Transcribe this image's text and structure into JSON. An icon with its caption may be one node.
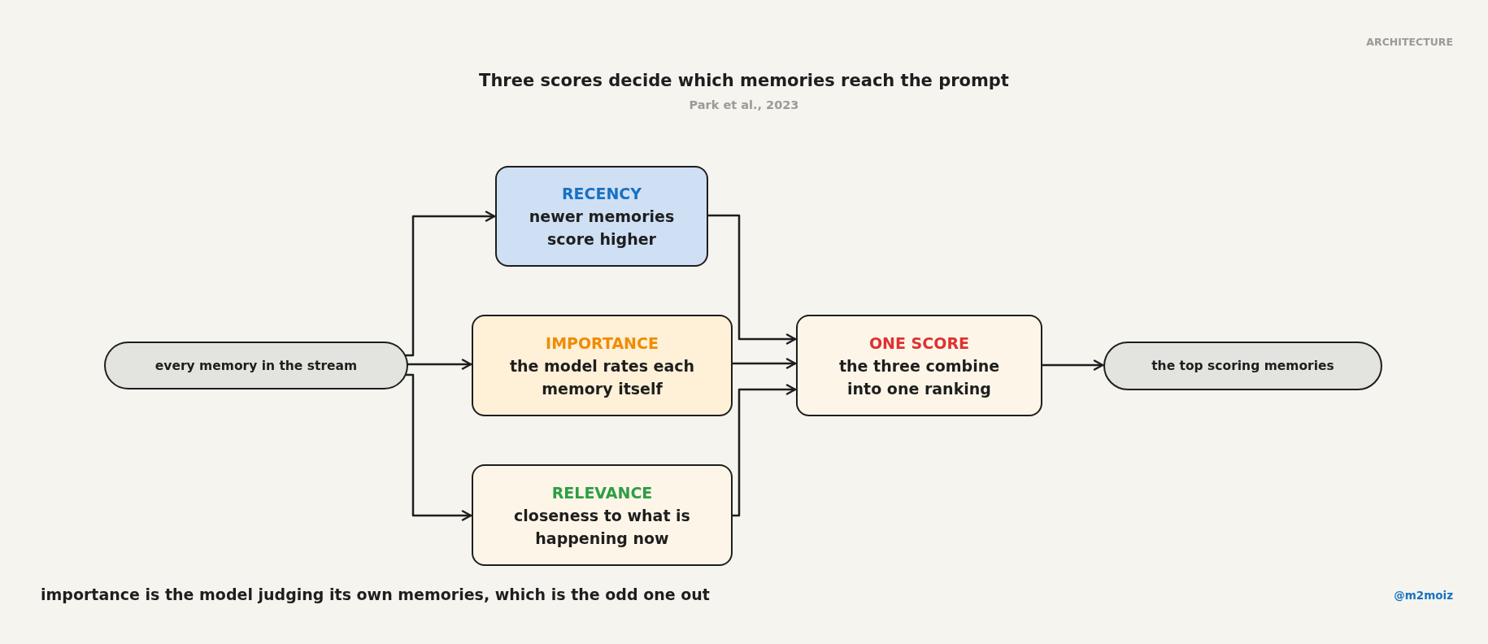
{
  "diagram": {
    "title": "Three scores decide which memories reach the prompt",
    "nodes": [
      {
        "text": [
          "every memory in the stream"
        ]
      },
      {
        "text": [
          "RECENCY",
          "newer memories score higher"
        ]
      },
      {
        "text": [
          "IMPORTANCE",
          "the model rates each memory itself"
        ]
      },
      {
        "text": [
          "RELEVANCE",
          "closeness to what is happening now"
        ]
      },
      {
        "text": [
          "ONE SCORE",
          "the three combine into one ranking"
        ]
      },
      {
        "text": [
          "the top scoring memories"
        ]
      }
    ],
    "edges": [
      {
        "from": 0,
        "to": 1,
        "arrow": "to"
      },
      {
        "from": 0,
        "to": 2,
        "arrow": "to"
      },
      {
        "from": 0,
        "to": 3,
        "arrow": "to"
      },
      {
        "from": 1,
        "to": 4,
        "arrow": "to"
      },
      {
        "from": 2,
        "to": 4,
        "arrow": "to"
      },
      {
        "from": 3,
        "to": 4,
        "arrow": "to"
      },
      {
        "from": 4,
        "to": 5,
        "arrow": "to"
      }
    ],
    "labels": [
      "ARCHITECTURE",
      "Park et al., 2023",
      "importance is the model judging its own memories, which is the odd one out",
      "@m2moiz"
    ]
  }
}
